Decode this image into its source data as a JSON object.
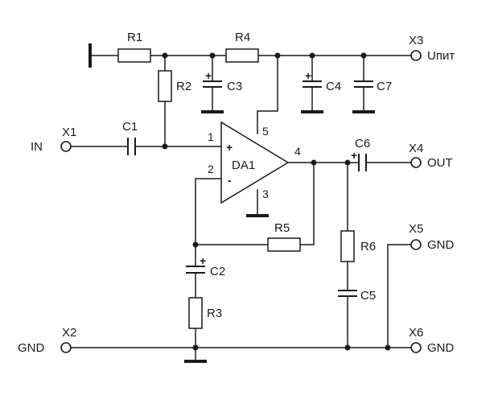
{
  "components": {
    "r1": "R1",
    "r2": "R2",
    "r3": "R3",
    "r4": "R4",
    "r5": "R5",
    "r6": "R6",
    "c1": "C1",
    "c2": "C2",
    "c3": "C3",
    "c4": "C4",
    "c5": "C5",
    "c6": "C6",
    "c7": "C7",
    "da1": "DA1"
  },
  "terminals": {
    "x1": "X1",
    "x2": "X2",
    "x3": "X3",
    "x4": "X4",
    "x5": "X5",
    "x6": "X6"
  },
  "nets": {
    "in": "IN",
    "out": "OUT",
    "supply": "Uпит",
    "gnd_x2": "GND",
    "gnd_x5": "GND",
    "gnd_x6": "GND"
  },
  "pins": {
    "p1": "1",
    "p2": "2",
    "p3": "3",
    "p4": "4",
    "p5": "5"
  },
  "polarity": {
    "plus": "+",
    "minus": "-"
  }
}
